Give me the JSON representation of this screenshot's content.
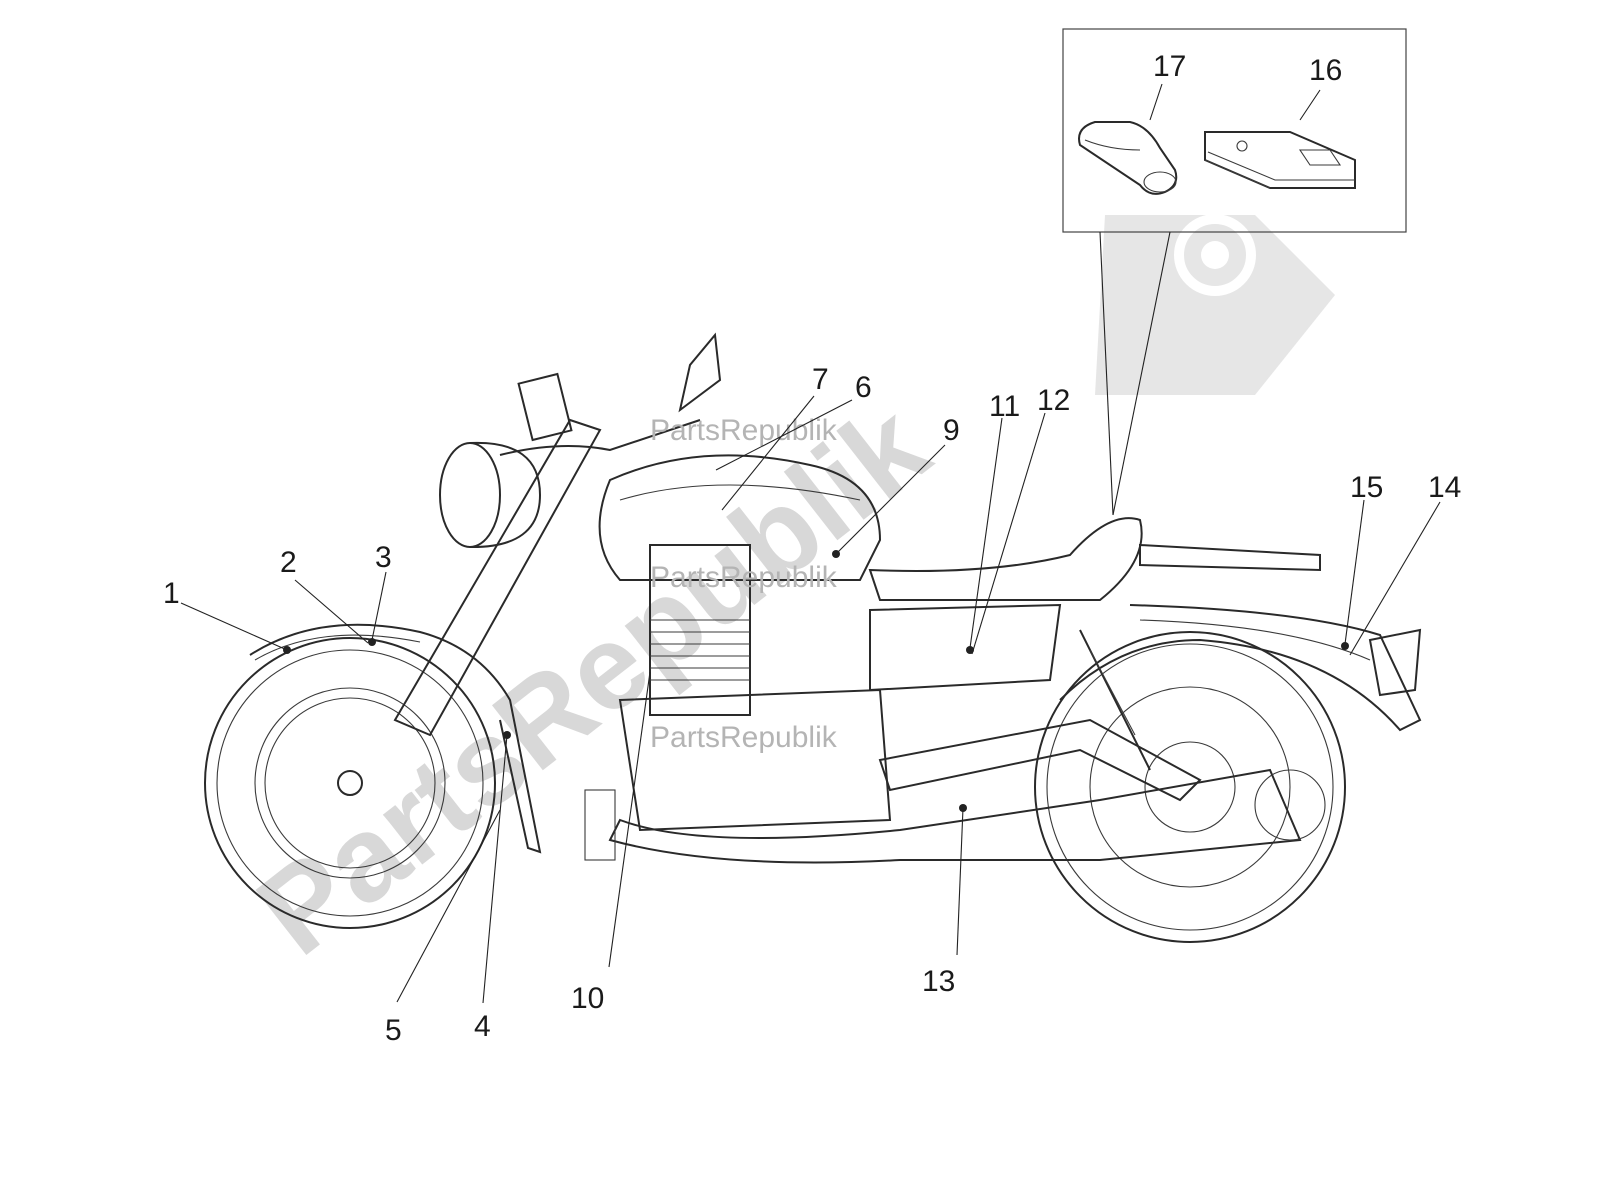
{
  "watermark": {
    "brand_text": "PartsRepublik",
    "big_text": "PartsRepublik",
    "color": "#cfcfcf"
  },
  "callouts": {
    "c1": "1",
    "c2": "2",
    "c3": "3",
    "c4": "4",
    "c5": "5",
    "c6": "6",
    "c7": "7",
    "c9": "9",
    "c10": "10",
    "c11": "11",
    "c12": "12",
    "c13": "13",
    "c14": "14",
    "c15": "15",
    "c16": "16",
    "c17": "17"
  }
}
